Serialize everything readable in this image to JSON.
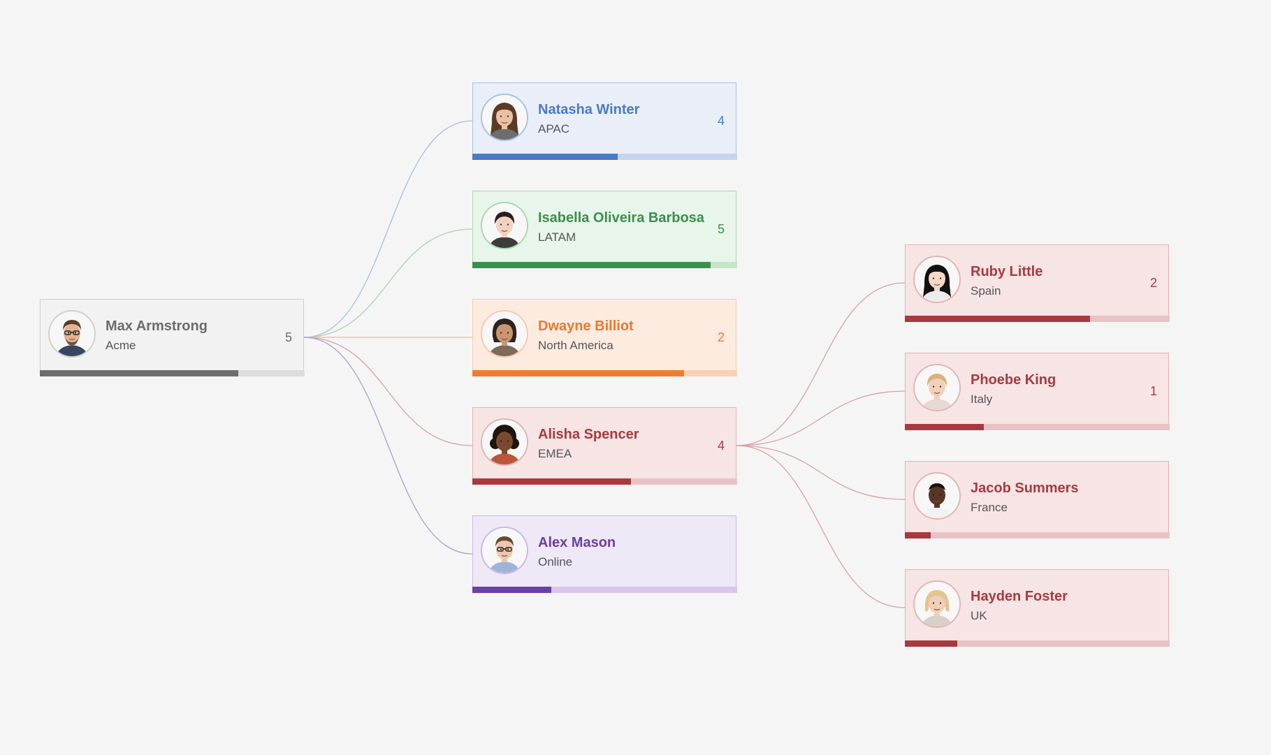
{
  "themes": {
    "gray": {
      "border": "#cfcfcf",
      "bg": "#f2f2f2",
      "text": "#6b6b6b",
      "bar": "#6e6e6e",
      "track": "#dcdcdc",
      "link": "#bcbcbc"
    },
    "blue": {
      "border": "#a9bfe6",
      "bg": "#e9eef8",
      "text": "#4a7bc6",
      "bar": "#4a7bc6",
      "track": "#c6d5ef",
      "link": "#a8bde2"
    },
    "green": {
      "border": "#a8d8b2",
      "bg": "#e8f5ea",
      "text": "#3b8f4e",
      "bar": "#3b8f4e",
      "track": "#c5e6cb",
      "link": "#a9d1b1"
    },
    "orange": {
      "border": "#f7c9a7",
      "bg": "#fdebe0",
      "text": "#e8792e",
      "bar": "#ee7d2f",
      "track": "#f8d1b5",
      "link": "#f2b893"
    },
    "red": {
      "border": "#e3b3b6",
      "bg": "#f7e4e5",
      "text": "#a83a3f",
      "bar": "#a83a3f",
      "track": "#e8c3c5",
      "link": "#d9a0a3"
    },
    "purple": {
      "border": "#cbb7e8",
      "bg": "#efe8f6",
      "text": "#6a3fa8",
      "bar": "#6a3fa8",
      "track": "#d6c6ec",
      "link": "#a79fd0"
    }
  },
  "nodes": [
    {
      "id": "max",
      "name": "Max Armstrong",
      "region": "Acme",
      "count": "5",
      "progress": 0.75,
      "theme": "gray",
      "parent": null,
      "avatar": "man-glasses-beard"
    },
    {
      "id": "natasha",
      "name": "Natasha Winter",
      "region": "APAC",
      "count": "4",
      "progress": 0.55,
      "theme": "blue",
      "parent": "max",
      "avatar": "woman-brown-hair"
    },
    {
      "id": "isabella",
      "name": "Isabella Oliveira Barbosa",
      "region": "LATAM",
      "count": "5",
      "progress": 0.9,
      "theme": "green",
      "parent": "max",
      "avatar": "woman-dark-hair"
    },
    {
      "id": "dwayne",
      "name": "Dwayne Billiot",
      "region": "North America",
      "count": "2",
      "progress": 0.8,
      "theme": "orange",
      "parent": "max",
      "avatar": "man-long-hair"
    },
    {
      "id": "alisha",
      "name": "Alisha Spencer",
      "region": "EMEA",
      "count": "4",
      "progress": 0.6,
      "theme": "red",
      "parent": "max",
      "avatar": "woman-curly-hair"
    },
    {
      "id": "alex",
      "name": "Alex Mason",
      "region": "Online",
      "count": "",
      "progress": 0.3,
      "theme": "purple",
      "parent": "max",
      "avatar": "man-glasses"
    },
    {
      "id": "ruby",
      "name": "Ruby Little",
      "region": "Spain",
      "count": "2",
      "progress": 0.7,
      "theme": "red",
      "parent": "alisha",
      "avatar": "woman-black-hair"
    },
    {
      "id": "phoebe",
      "name": "Phoebe King",
      "region": "Italy",
      "count": "1",
      "progress": 0.3,
      "theme": "red",
      "parent": "alisha",
      "avatar": "woman-blonde-hair"
    },
    {
      "id": "jacob",
      "name": "Jacob Summers",
      "region": "France",
      "count": "",
      "progress": 0.1,
      "theme": "red",
      "parent": "alisha",
      "avatar": "man-dark-skin"
    },
    {
      "id": "hayden",
      "name": "Hayden Foster",
      "region": "UK",
      "count": "",
      "progress": 0.2,
      "theme": "red",
      "parent": "alisha",
      "avatar": "woman-blonde-short"
    }
  ]
}
